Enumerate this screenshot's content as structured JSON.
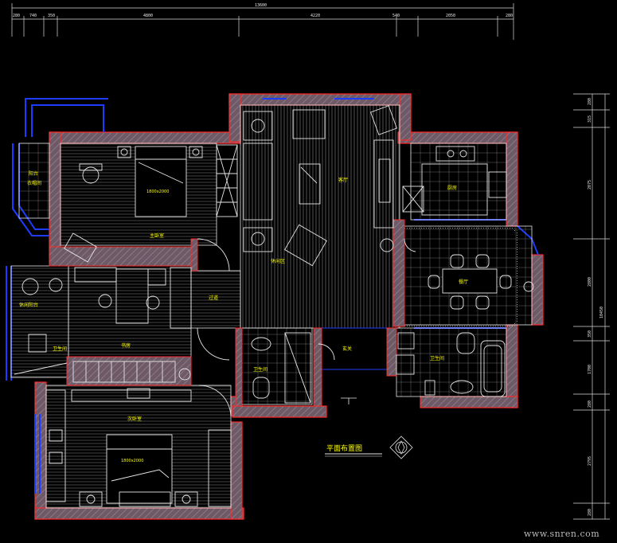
{
  "drawing": {
    "title": "平面布置图",
    "watermark": "www.snren.com"
  },
  "dimensions": {
    "top_total": "13600",
    "top_segments": [
      "280",
      "740",
      "350",
      "4800",
      "4220",
      "540",
      "2050",
      "280"
    ],
    "right_segments": [
      "280",
      "315",
      "2075",
      "2800",
      "10450",
      "350",
      "1700",
      "280",
      "2795",
      "280"
    ]
  },
  "rooms": {
    "balcony_small": "阳台",
    "closet": "衣帽间",
    "master_bedroom": "主卧室",
    "bed_master": "1800x2000",
    "bed_second": "1800x2000",
    "living_room": "客厅",
    "sofa_area": "休闲区",
    "kitchen": "厨房",
    "dining": "餐厅",
    "study": "书房",
    "balcony_left": "休闲阳台",
    "bath_master": "卫生间",
    "bath_public": "卫生间",
    "second_bedroom": "次卧室",
    "corridor": "过道",
    "entrance": "玄关",
    "sink_area": "卫生间"
  },
  "colors": {
    "wall_fill": "#7a6570",
    "wall_outline": "#ff2a2a",
    "window": "#1e3cff",
    "line": "#e6e6e6",
    "label": "#ffff00",
    "background": "#000000"
  }
}
